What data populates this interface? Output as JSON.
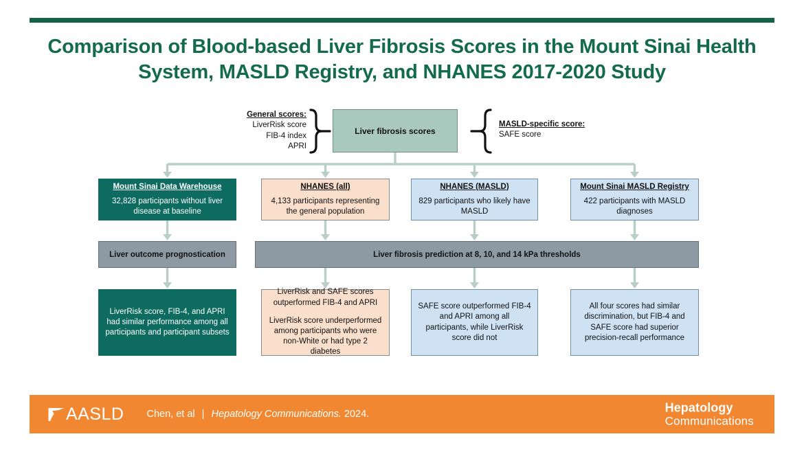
{
  "title": "Comparison of Blood-based Liver Fibrosis Scores in the Mount Sinai Health System, MASLD Registry, and NHANES 2017-2020 Study",
  "colors": {
    "green_rule": "#156149",
    "title_green": "#136b4c",
    "center_box": "#a9c9be",
    "teal": "#0d6b5f",
    "peach": "#fadfcc",
    "blue": "#cfe2f3",
    "gray": "#8d9aa3",
    "connector": "#b9cfc6",
    "footer_orange": "#f18730"
  },
  "score_groups": {
    "general": {
      "heading": "General scores:",
      "items": [
        "LiverRisk score",
        "FIB-4 index",
        "APRI"
      ]
    },
    "center": {
      "label": "Liver fibrosis scores"
    },
    "masld_specific": {
      "heading": "MASLD-specific score:",
      "items": [
        "SAFE score"
      ]
    }
  },
  "cohorts": [
    {
      "name": "Mount Sinai Data Warehouse",
      "description": "32,828 participants without liver disease at baseline",
      "style": "teal"
    },
    {
      "name": "NHANES (all)",
      "description": "4,133 participants representing the general population",
      "style": "peach"
    },
    {
      "name": "NHANES (MASLD)",
      "description": "829 participants who likely have MASLD",
      "style": "blue"
    },
    {
      "name": "Mount Sinai MASLD Registry",
      "description": "422 participants with MASLD diagnoses",
      "style": "blue"
    }
  ],
  "analyses": [
    {
      "label": "Liver outcome prognostication"
    },
    {
      "label": "Liver fibrosis prediction at 8, 10, and 14 kPa thresholds"
    }
  ],
  "results": [
    {
      "paragraphs": [
        "LiverRisk score, FIB-4, and APRI had similar performance among all participants and participant subsets"
      ],
      "style": "teal"
    },
    {
      "paragraphs": [
        "LiverRisk and SAFE scores outperformed FIB-4 and APRI",
        "LiverRisk score underperformed among participants who were non-White or had type 2 diabetes"
      ],
      "style": "peach"
    },
    {
      "paragraphs": [
        "SAFE score outperformed FIB-4 and APRI among all participants, while LiverRisk score did not"
      ],
      "style": "blue"
    },
    {
      "paragraphs": [
        "All four scores had similar discrimination, but FIB-4 and SAFE score had superior precision-recall performance"
      ],
      "style": "blue"
    }
  ],
  "footer": {
    "logo_text": "AASLD",
    "logo_icon": "aasld-wing-mark",
    "authors": "Chen, et al",
    "separator": "|",
    "journal": "Hepatology Communications.",
    "year": "2024.",
    "brand_line1": "Hepatology",
    "brand_line2": "Communications"
  }
}
